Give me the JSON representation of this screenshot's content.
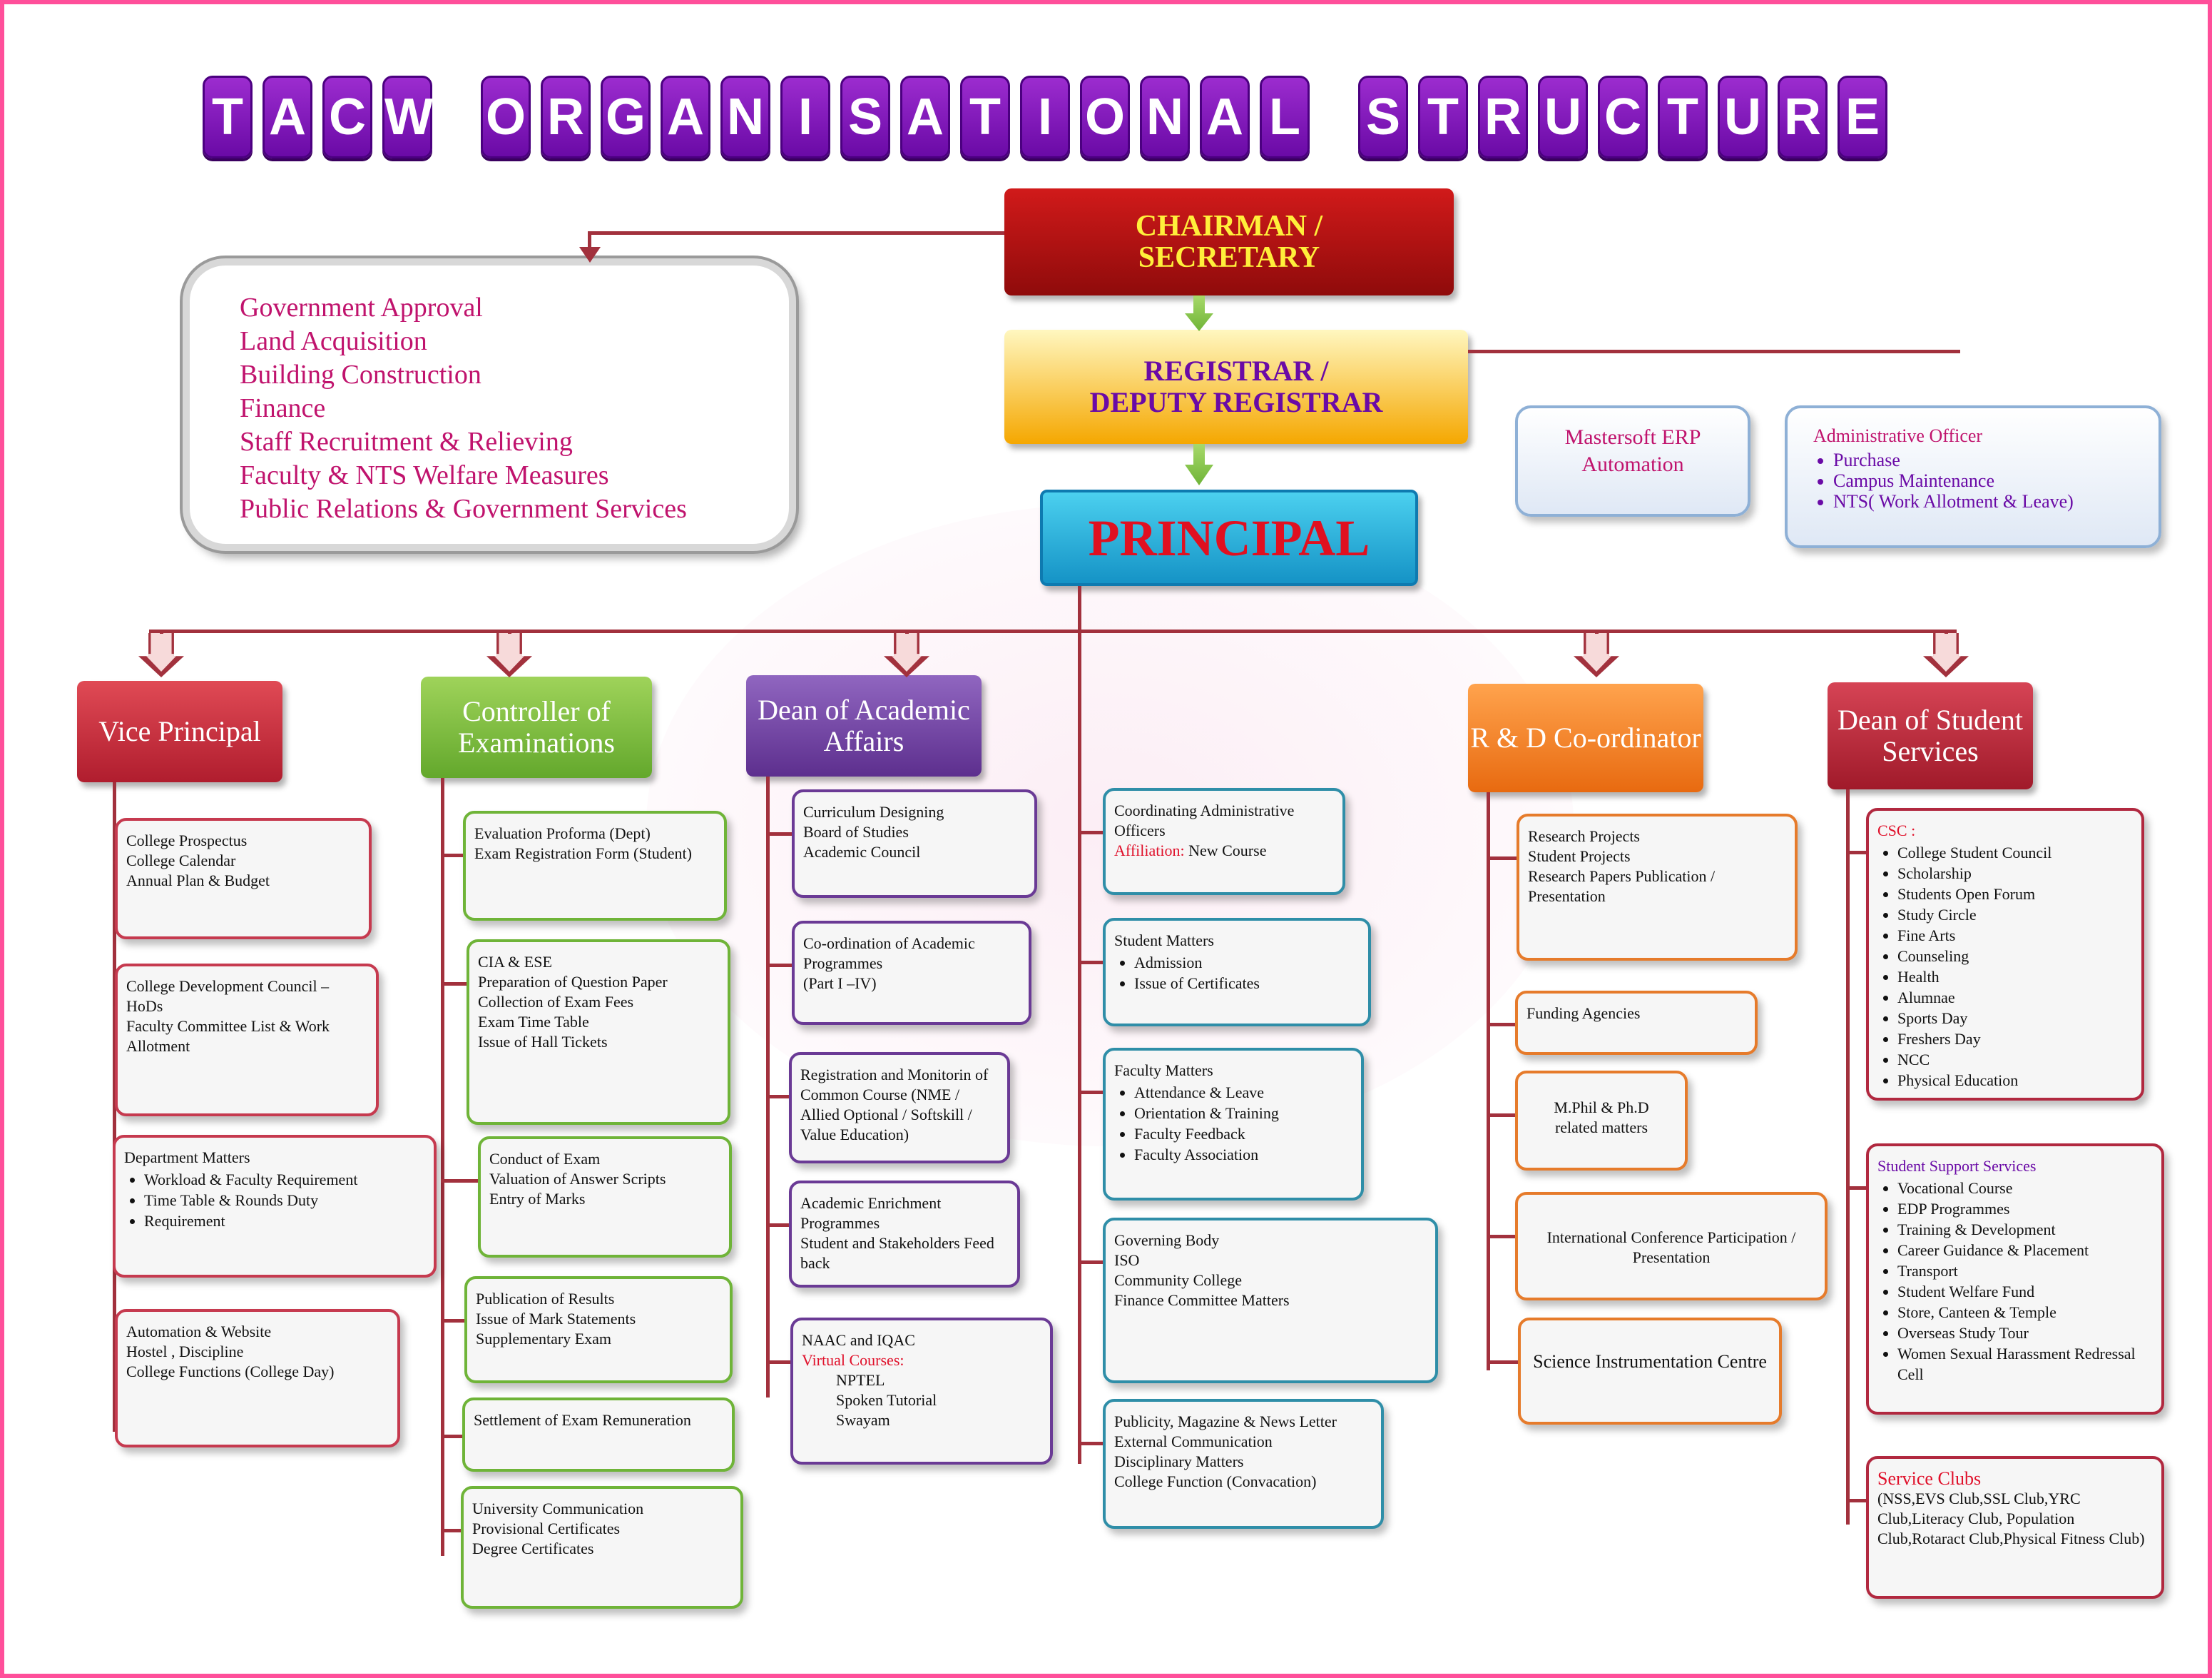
{
  "title_letters": [
    "T",
    "A",
    "C",
    "W",
    " ",
    "O",
    "R",
    "G",
    "A",
    "N",
    "I",
    "S",
    "A",
    "T",
    "I",
    "O",
    "N",
    "A",
    "L",
    " ",
    "S",
    "T",
    "R",
    "U",
    "C",
    "T",
    "U",
    "R",
    "E"
  ],
  "chairman": {
    "line1": "CHAIRMAN /",
    "line2": "SECRETARY"
  },
  "registrar": {
    "line1": "REGISTRAR /",
    "line2": "DEPUTY REGISTRAR"
  },
  "principal": "PRINCIPAL",
  "chairman_duties": [
    "Government Approval",
    "Land Acquisition",
    "Building Construction",
    "Finance",
    "Staff Recruitment & Relieving",
    "Faculty & NTS Welfare Measures",
    "Public Relations & Government Services"
  ],
  "erp": {
    "line1": "Mastersoft ERP",
    "line2": "Automation"
  },
  "admin_officer": {
    "title": "Administrative Officer",
    "items": [
      "Purchase",
      "Campus Maintenance",
      "NTS( Work Allotment & Leave)"
    ]
  },
  "heads": {
    "vp": "Vice Principal",
    "coe": "Controller of Examinations",
    "doaa": "Dean of Academic Affairs",
    "rd": "R & D Co-ordinator",
    "dss": "Dean of Student Services"
  },
  "vp_boxes": [
    {
      "lines": [
        "College Prospectus",
        "College Calendar",
        "Annual Plan & Budget"
      ]
    },
    {
      "lines": [
        "College Development Council – HoDs",
        "Faculty Committee List & Work Allotment"
      ]
    },
    {
      "title": "Department Matters",
      "bullets": [
        "Workload & Faculty Requirement",
        "Time Table & Rounds Duty",
        "Requirement"
      ]
    },
    {
      "lines": [
        "Automation & Website",
        "Hostel , Discipline",
        "College Functions (College Day)"
      ]
    }
  ],
  "coe_boxes": [
    {
      "lines": [
        "Evaluation Proforma (Dept)",
        "Exam Registration Form (Student)"
      ]
    },
    {
      "lines": [
        "CIA & ESE",
        "Preparation of Question Paper",
        "Collection of Exam Fees",
        "Exam Time Table",
        "Issue of Hall Tickets"
      ]
    },
    {
      "lines": [
        "Conduct of Exam",
        "Valuation of Answer Scripts",
        "Entry of Marks"
      ]
    },
    {
      "lines": [
        "Publication of Results",
        "Issue of Mark Statements",
        "Supplementary Exam"
      ]
    },
    {
      "lines": [
        "Settlement of Exam Remuneration"
      ]
    },
    {
      "lines": [
        "University Communication",
        "Provisional Certificates",
        "Degree Certificates"
      ]
    }
  ],
  "doaa_boxes": [
    {
      "lines": [
        "Curriculum Designing",
        "Board of Studies",
        "Academic Council"
      ]
    },
    {
      "lines": [
        "Co-ordination of Academic Programmes",
        "(Part I –IV)"
      ]
    },
    {
      "lines": [
        "Registration and Monitorin of Common Course (NME / Allied Optional / Softskill / Value Education)"
      ]
    },
    {
      "lines": [
        "Academic Enrichment Programmes",
        "Student and Stakeholders Feed back"
      ]
    },
    {
      "title": "NAAC and IQAC",
      "subtitle": "Virtual Courses:",
      "items": [
        "NPTEL",
        "Spoken Tutorial",
        "Swayam"
      ]
    }
  ],
  "principal_boxes": [
    {
      "line": "Coordinating Administrative Officers",
      "label": "Affiliation:",
      "value": "New Course"
    },
    {
      "title": "Student Matters",
      "bullets": [
        "Admission",
        "Issue of Certificates"
      ]
    },
    {
      "title": "Faculty Matters",
      "bullets": [
        "Attendance & Leave",
        "Orientation  & Training",
        "Faculty Feedback",
        "Faculty Association"
      ]
    },
    {
      "lines": [
        "Governing Body",
        "ISO",
        "Community College",
        "Finance Committee Matters"
      ]
    },
    {
      "lines": [
        "Publicity, Magazine & News Letter",
        "External Communication",
        "Disciplinary Matters",
        "College Function (Convacation)"
      ]
    }
  ],
  "rd_boxes": [
    {
      "lines": [
        "Research  Projects",
        "Student Projects",
        "Research Papers Publication / Presentation"
      ]
    },
    {
      "lines": [
        "Funding Agencies"
      ]
    },
    {
      "lines": [
        "M.Phil & Ph.D",
        "related matters"
      ]
    },
    {
      "lines": [
        "International Conference Participation / Presentation"
      ]
    },
    {
      "lines": [
        "Science Instrumentation Centre"
      ]
    }
  ],
  "dss_boxes": [
    {
      "title": "CSC :",
      "bullets": [
        "College Student Council",
        "Scholarship",
        "Students Open Forum",
        "Study Circle",
        "Fine Arts",
        "Counseling",
        "Health",
        "Alumnae",
        "Sports Day",
        "Freshers Day",
        "NCC",
        "Physical Education"
      ]
    },
    {
      "title": "Student Support Services",
      "bullets": [
        "Vocational Course",
        "EDP Programmes",
        "Training & Development",
        "Career Guidance & Placement",
        "Transport",
        "Student Welfare Fund",
        "Store, Canteen & Temple",
        "Overseas Study Tour",
        "Women Sexual Harassment Redressal Cell"
      ]
    },
    {
      "title": "Service Clubs",
      "text": "(NSS,EVS Club,SSL Club,YRC Club,Literacy Club, Population Club,Rotaract Club,Physical Fitness Club)"
    }
  ]
}
